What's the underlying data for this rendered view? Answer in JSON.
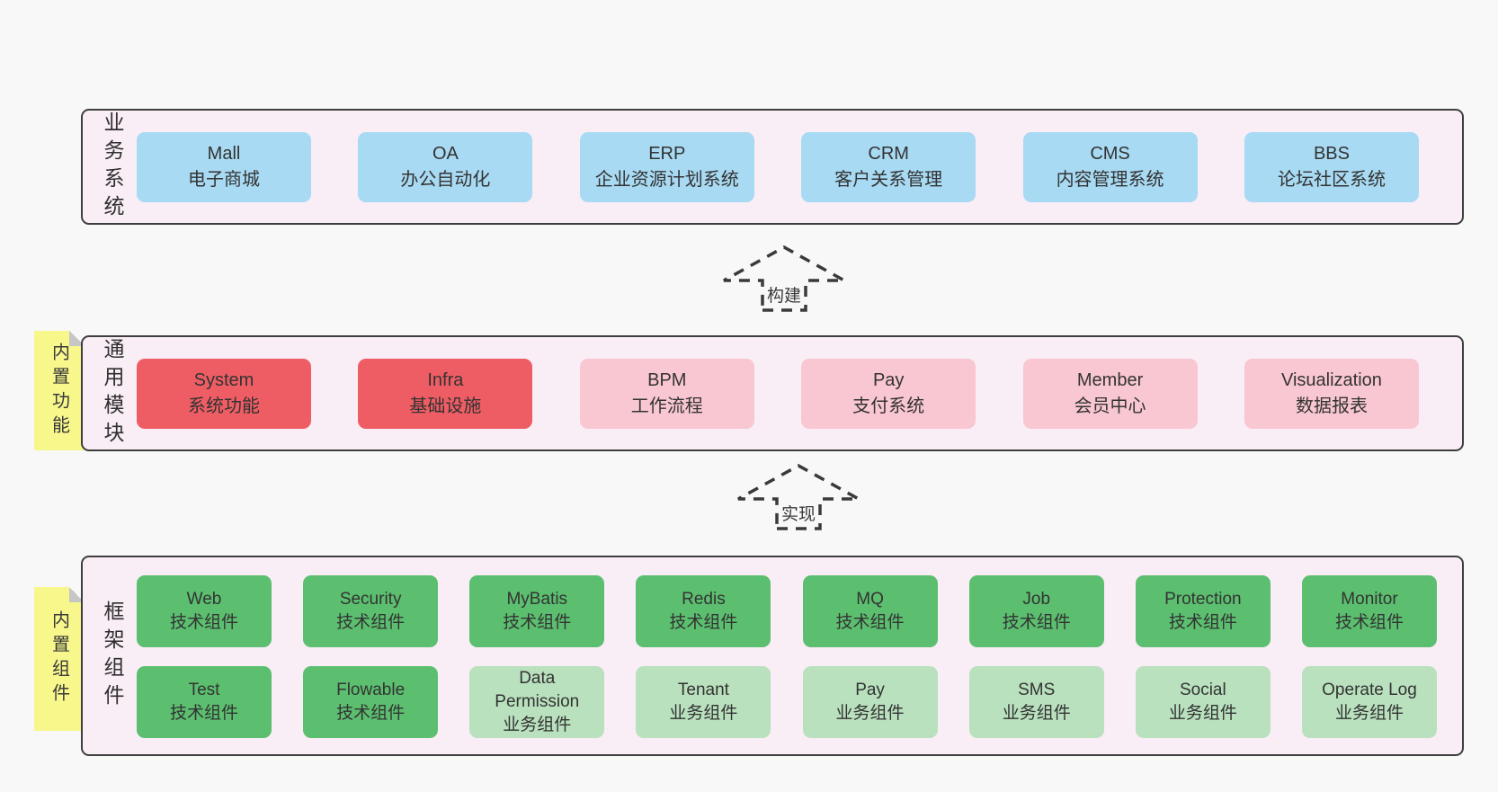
{
  "colors": {
    "blue": "#a8daf3",
    "red": "#ef5d64",
    "pink": "#f9c7d1",
    "green_dark": "#5bbf6f",
    "green_light": "#b9e1be",
    "band_bg": "#f9edf6",
    "sticky_bg": "#f7f78c",
    "page_bg": "#f8f8f8",
    "border": "#3e3e3e"
  },
  "arrows": [
    {
      "label": "构建"
    },
    {
      "label": "实现"
    }
  ],
  "bands": [
    {
      "label": "业务系统",
      "boxes": [
        {
          "name": "Mall",
          "desc": "电子商城"
        },
        {
          "name": "OA",
          "desc": "办公自动化"
        },
        {
          "name": "ERP",
          "desc": "企业资源计划系统"
        },
        {
          "name": "CRM",
          "desc": "客户关系管理"
        },
        {
          "name": "CMS",
          "desc": "内容管理系统"
        },
        {
          "name": "BBS",
          "desc": "论坛社区系统"
        }
      ]
    },
    {
      "label": "通用模块",
      "sticky": "内置功能",
      "boxes": [
        {
          "name": "System",
          "desc": "系统功能"
        },
        {
          "name": "Infra",
          "desc": "基础设施"
        },
        {
          "name": "BPM",
          "desc": "工作流程"
        },
        {
          "name": "Pay",
          "desc": "支付系统"
        },
        {
          "name": "Member",
          "desc": "会员中心"
        },
        {
          "name": "Visualization",
          "desc": "数据报表"
        }
      ]
    },
    {
      "label": "框架组件",
      "sticky": "内置组件",
      "rows": [
        [
          {
            "name": "Web",
            "desc": "技术组件"
          },
          {
            "name": "Security",
            "desc": "技术组件"
          },
          {
            "name": "MyBatis",
            "desc": "技术组件"
          },
          {
            "name": "Redis",
            "desc": "技术组件"
          },
          {
            "name": "MQ",
            "desc": "技术组件"
          },
          {
            "name": "Job",
            "desc": "技术组件"
          },
          {
            "name": "Protection",
            "desc": "技术组件"
          },
          {
            "name": "Monitor",
            "desc": "技术组件"
          }
        ],
        [
          {
            "name": "Test",
            "desc": "技术组件"
          },
          {
            "name": "Flowable",
            "desc": "技术组件"
          },
          {
            "name": "Data Permission",
            "desc": "业务组件"
          },
          {
            "name": "Tenant",
            "desc": "业务组件"
          },
          {
            "name": "Pay",
            "desc": "业务组件"
          },
          {
            "name": "SMS",
            "desc": "业务组件"
          },
          {
            "name": "Social",
            "desc": "业务组件"
          },
          {
            "name": "Operate Log",
            "desc": "业务组件"
          }
        ]
      ]
    }
  ]
}
